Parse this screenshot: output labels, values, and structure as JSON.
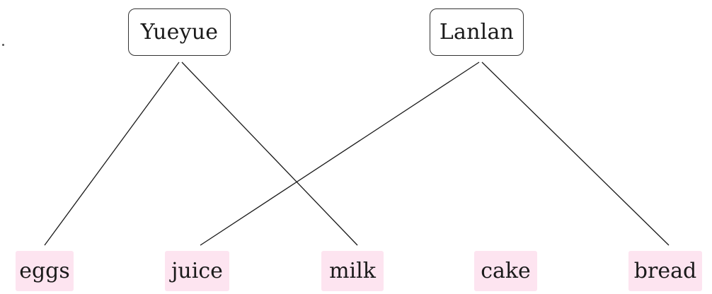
{
  "people": [
    {
      "id": "yueyue",
      "label": "Yueyue"
    },
    {
      "id": "lanlan",
      "label": "Lanlan"
    }
  ],
  "foods": [
    {
      "id": "eggs",
      "label": "eggs"
    },
    {
      "id": "juice",
      "label": "juice"
    },
    {
      "id": "milk",
      "label": "milk"
    },
    {
      "id": "cake",
      "label": "cake"
    },
    {
      "id": "bread",
      "label": "bread"
    }
  ],
  "connections": [
    {
      "from": "yueyue",
      "to": "eggs"
    },
    {
      "from": "yueyue",
      "to": "milk"
    },
    {
      "from": "lanlan",
      "to": "juice"
    },
    {
      "from": "lanlan",
      "to": "bread"
    }
  ],
  "colors": {
    "food_highlight": "#fde4f0",
    "line": "#1a1a1a"
  }
}
